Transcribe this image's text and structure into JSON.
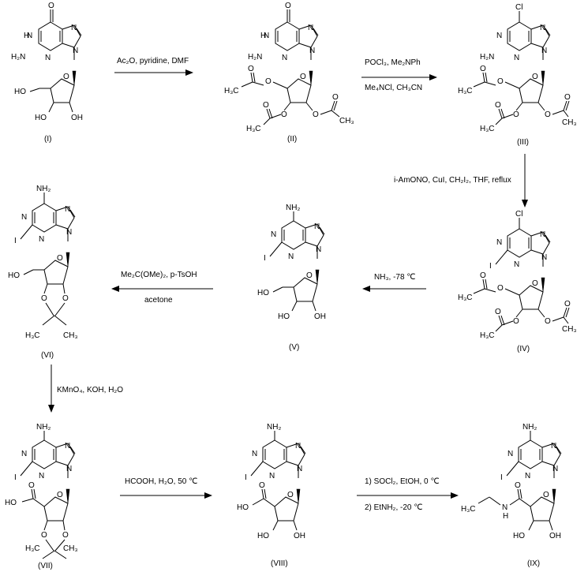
{
  "scheme": {
    "compounds": [
      {
        "id": "I",
        "label": "(I)"
      },
      {
        "id": "II",
        "label": "(II)"
      },
      {
        "id": "III",
        "label": "(III)"
      },
      {
        "id": "IV",
        "label": "(IV)"
      },
      {
        "id": "V",
        "label": "(V)"
      },
      {
        "id": "VI",
        "label": "(VI)"
      },
      {
        "id": "VII",
        "label": "(VII)"
      },
      {
        "id": "VIII",
        "label": "(VIII)"
      },
      {
        "id": "IX",
        "label": "(IX)"
      }
    ],
    "steps": [
      {
        "from": "I",
        "to": "II",
        "line1": "Ac₂O, pyridine, DMF",
        "line2": ""
      },
      {
        "from": "II",
        "to": "III",
        "line1": "POCl₃, Me₂NPh",
        "line2": "Me₄NCl, CH₃CN"
      },
      {
        "from": "III",
        "to": "IV",
        "line1": "i-AmONO, CuI, CH₂I₂, THF, reflux",
        "line2": ""
      },
      {
        "from": "IV",
        "to": "V",
        "line1": "NH₃, -78 ℃",
        "line2": ""
      },
      {
        "from": "V",
        "to": "VI",
        "line1": "Me₂C(OMe)₂, p-TsOH",
        "line2": "acetone"
      },
      {
        "from": "VI",
        "to": "VII",
        "line1": "KMnO₄, KOH, H₂O",
        "line2": ""
      },
      {
        "from": "VII",
        "to": "VIII",
        "line1": "HCOOH, H₂O, 50 ℃",
        "line2": ""
      },
      {
        "from": "VIII",
        "to": "IX",
        "line1": "1) SOCl₂, EtOH, 0 ℃",
        "line2": "2) EtNH₂, -20 ℃"
      }
    ]
  },
  "atoms": {
    "O": "O",
    "N": "N",
    "HN": "N",
    "H_nh": "H",
    "H2N": "H₂N",
    "NH2": "NH₂",
    "Cl": "Cl",
    "I": "I",
    "HO": "HO",
    "OH": "OH",
    "HOOC": "HO",
    "H3C": "H₃C",
    "CH3": "CH₃",
    "H3C_ac": "H₃C",
    "NH": "N",
    "H_amide": "H"
  }
}
